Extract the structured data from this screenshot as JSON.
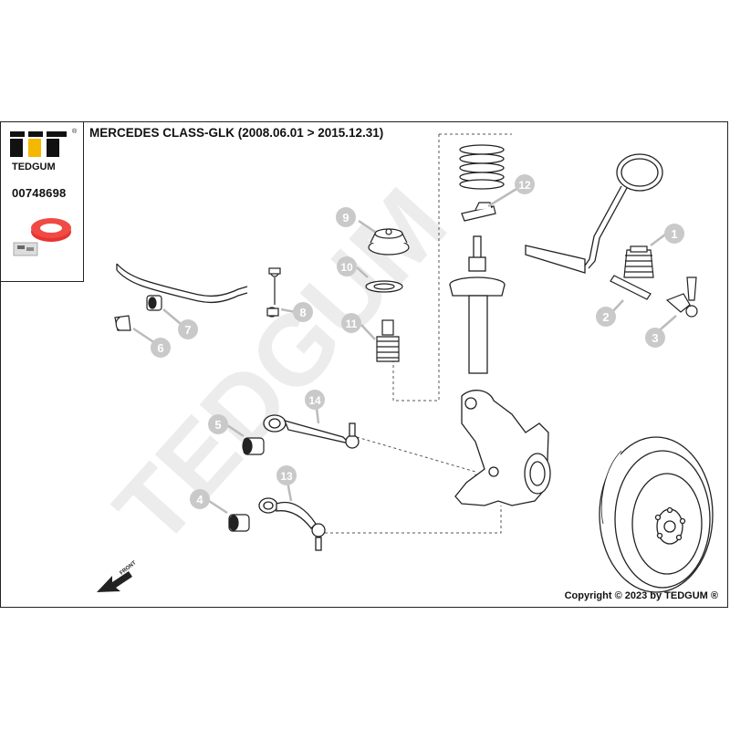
{
  "header": {
    "title": "MERCEDES CLASS-GLK (2008.06.01 > 2015.12.31)",
    "registered_mark": "®"
  },
  "logo": {
    "brand": "TEDGUM",
    "part_code": "00748698"
  },
  "watermark": "TEDGUM",
  "callouts": [
    "1",
    "2",
    "3",
    "4",
    "5",
    "6",
    "7",
    "8",
    "9",
    "10",
    "11",
    "12",
    "13",
    "14"
  ],
  "front_label": "FRONT",
  "copyright": "Copyright © 2023 by TEDGUM ®",
  "colors": {
    "callout_fill": "#c9c9c9",
    "line": "#222222",
    "watermark": "#ececec",
    "highlight_red": "#e8332f"
  }
}
